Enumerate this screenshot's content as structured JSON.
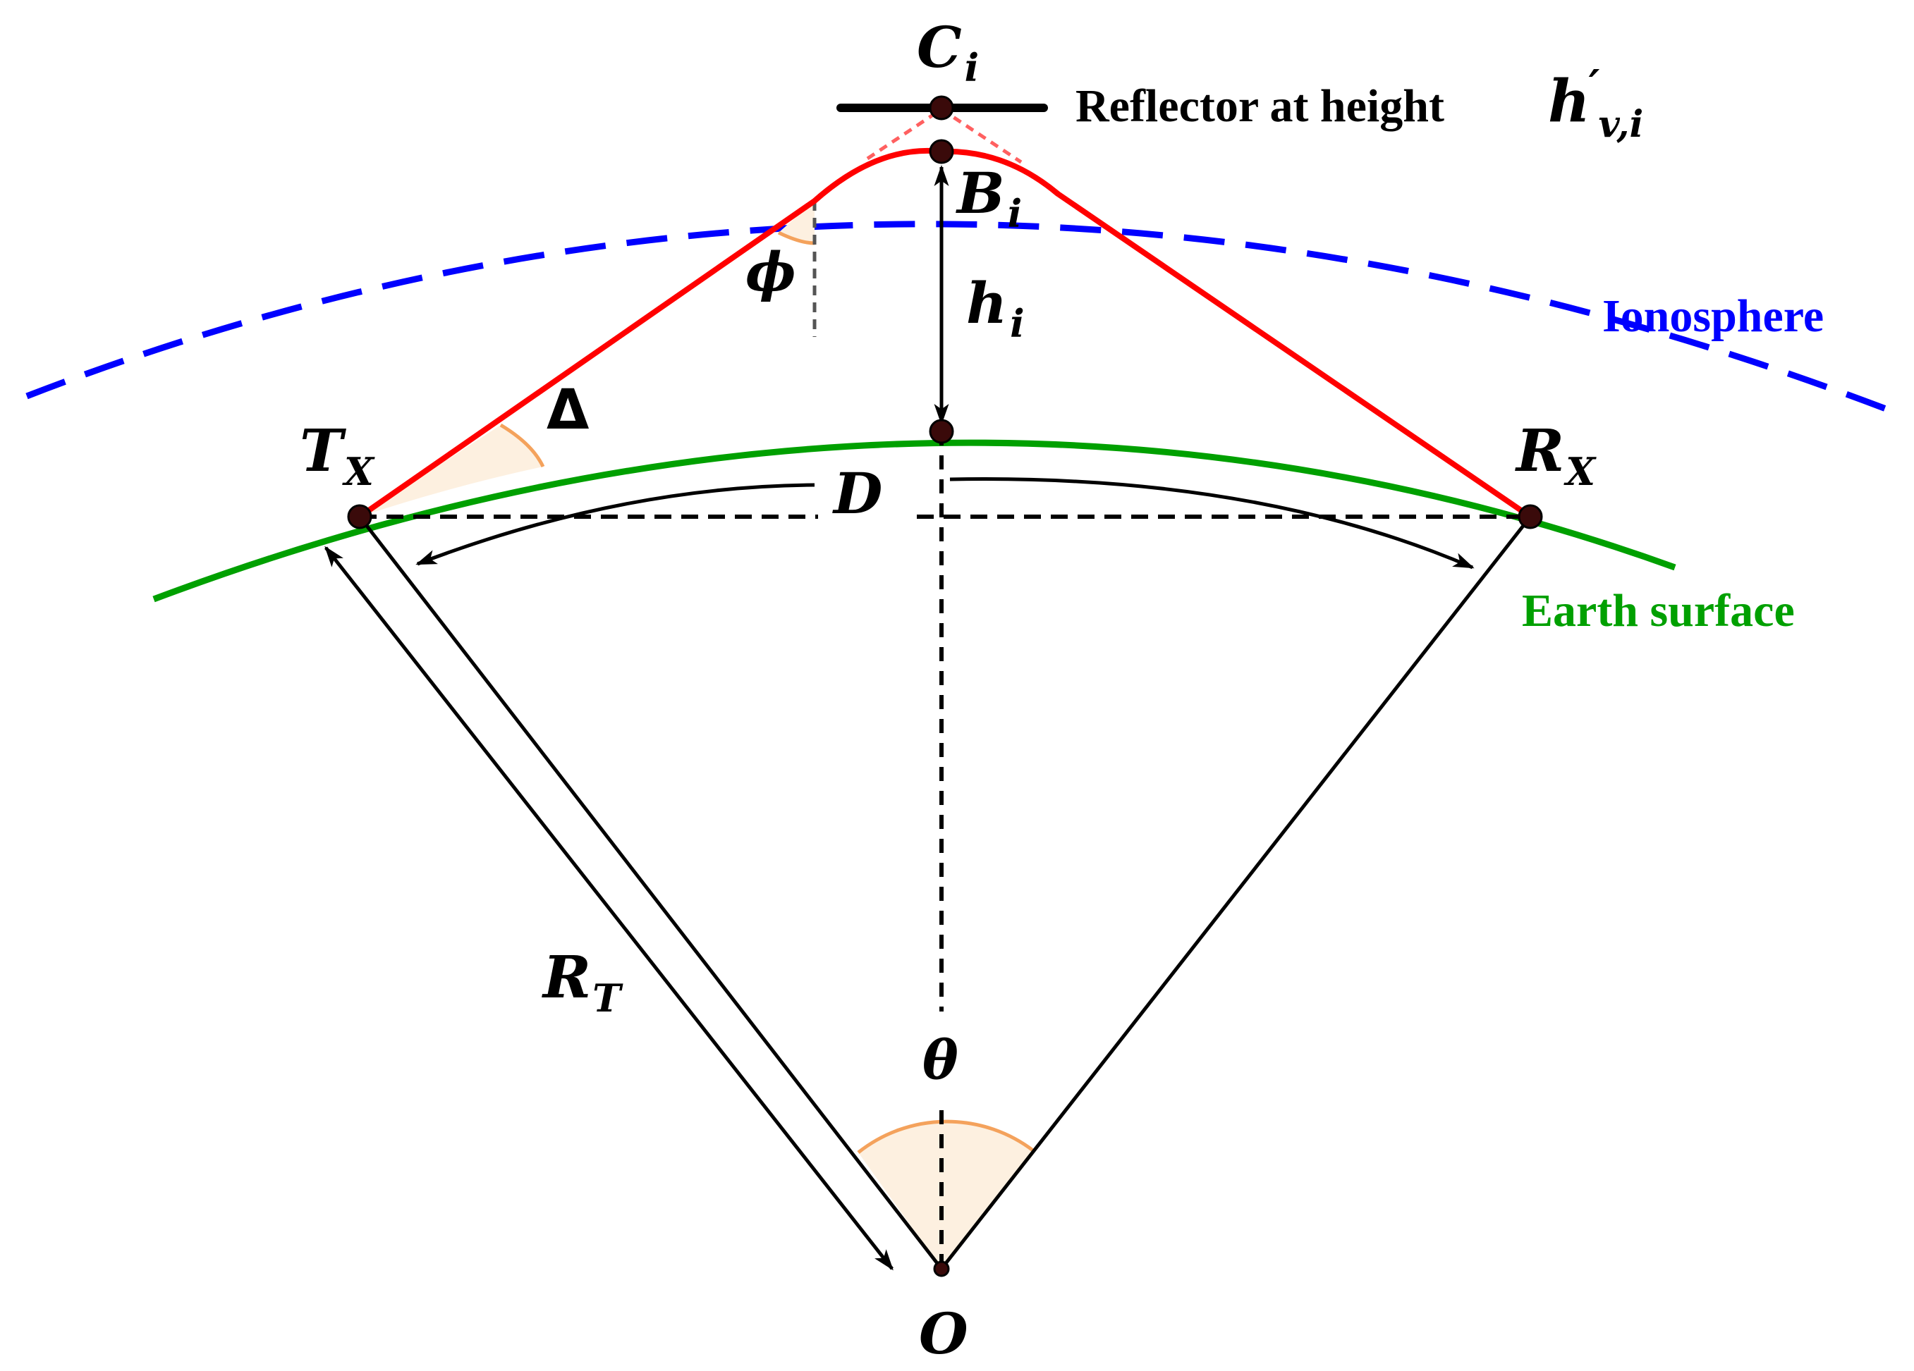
{
  "labels": {
    "reflector_point": "C",
    "reflector_point_sub": "i",
    "reflector_caption": "Reflector at height",
    "reflector_height_symbol": "h",
    "reflector_height_prime": "′",
    "reflector_height_sub": "v,i",
    "apex_point": "B",
    "apex_point_sub": "i",
    "angle_phi": "ϕ",
    "height_symbol": "h",
    "height_sub": "i",
    "layer_name": "Ionosphere",
    "elevation_angle": "Δ",
    "transmitter": "T",
    "transmitter_sub": "X",
    "receiver": "R",
    "receiver_sub": "X",
    "distance": "D",
    "surface_name": "Earth surface",
    "radius": "R",
    "radius_sub": "T",
    "central_angle": "θ",
    "center": "O"
  },
  "colors": {
    "ray": "#ff0000",
    "ionosphere": "#0000ff",
    "earth": "#00a000",
    "angle_arc": "#f4a25c",
    "angle_fill": "#fdf0e0",
    "points": "#3a0a0a",
    "ink": "#000000"
  }
}
